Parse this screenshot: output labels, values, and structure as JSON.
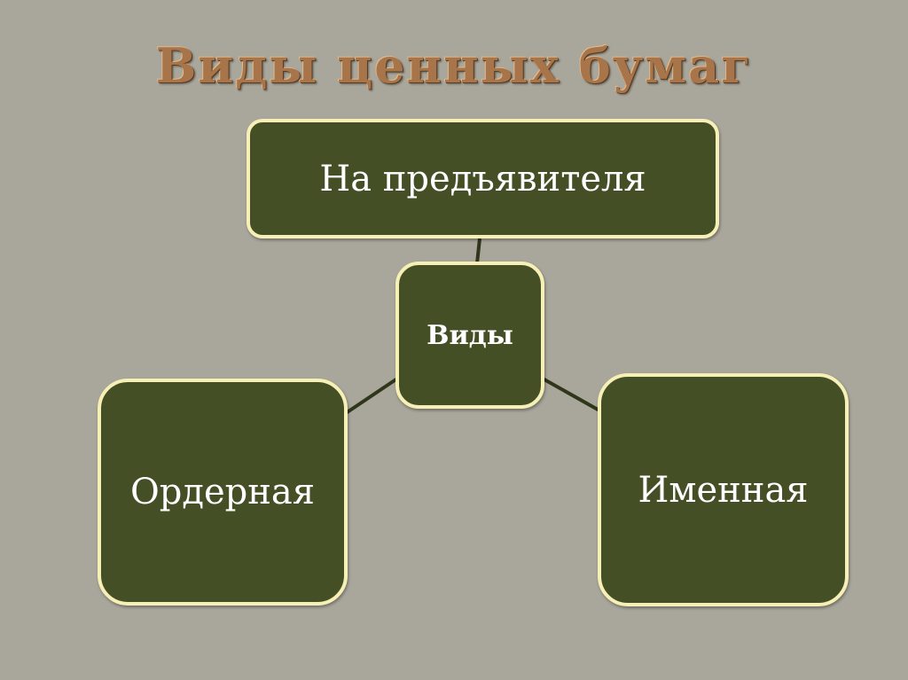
{
  "slide": {
    "title": "Виды ценных бумаг"
  },
  "diagram": {
    "center": {
      "label": "Виды"
    },
    "nodes": [
      {
        "id": "top",
        "label": "На предъявителя"
      },
      {
        "id": "left",
        "label": "Ордерная"
      },
      {
        "id": "right",
        "label": "Именная"
      }
    ],
    "colors": {
      "node_fill": "#454f26",
      "node_border": "#f6efb6",
      "node_text": "#ffffff",
      "connector": "#2f361a",
      "title": "#a8754a",
      "background": "#a9a79b"
    }
  }
}
